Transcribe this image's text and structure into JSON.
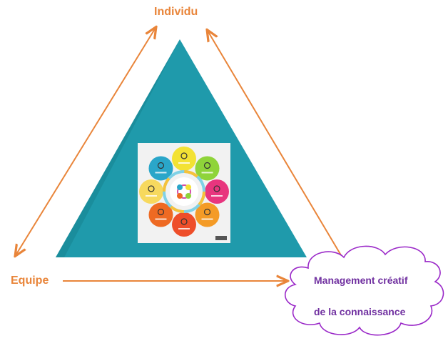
{
  "diagram": {
    "vertex_top_label": "Individu",
    "vertex_left_label": "Equipe",
    "cloud_lines": [
      "Management créatif",
      "de la connaissance"
    ],
    "colors": {
      "arrow": "#e9853a",
      "triangle": "#1f9aab",
      "cloud_stroke": "#9a28c8",
      "cloud_text": "#7030a0"
    }
  },
  "inner_image": {
    "center_icon": "mind-icon",
    "circles": [
      {
        "color": "#f3e234",
        "icon": "yin-yang-icon"
      },
      {
        "color": "#8fd43a",
        "icon": "figure-icon"
      },
      {
        "color": "#e8357e",
        "icon": "book-icon"
      },
      {
        "color": "#f49b26",
        "icon": "swirl-icon"
      },
      {
        "color": "#ee4e2a",
        "icon": "plant-icon"
      },
      {
        "color": "#ee6a23",
        "icon": "music-icon"
      },
      {
        "color": "#f7d95e",
        "icon": "network-icon"
      },
      {
        "color": "#2aa6c9",
        "icon": "sun-icon"
      }
    ]
  }
}
